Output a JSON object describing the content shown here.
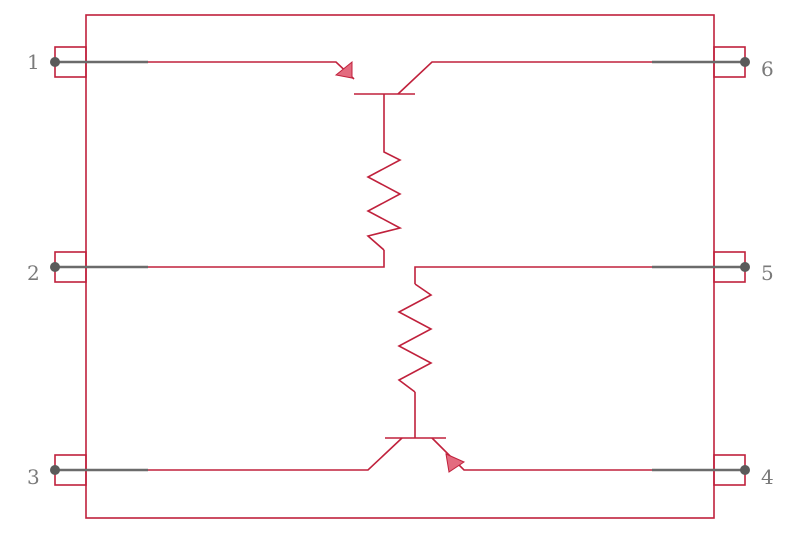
{
  "colors": {
    "body_outline": "#c0213c",
    "pin_lead": "#6b6b6b",
    "pin_dot": "#5a5a5a",
    "pin_label": "#7a7a7a",
    "emitter_arrow": "#e36b7f"
  },
  "pins": [
    {
      "number": "1",
      "side": "left"
    },
    {
      "number": "2",
      "side": "left"
    },
    {
      "number": "3",
      "side": "left"
    },
    {
      "number": "4",
      "side": "right"
    },
    {
      "number": "5",
      "side": "right"
    },
    {
      "number": "6",
      "side": "right"
    }
  ],
  "components": {
    "transistor_top": "npn-transistor-symbol",
    "transistor_bottom": "npn-transistor-symbol",
    "resistor_top": "resistor-symbol",
    "resistor_bottom": "resistor-symbol"
  }
}
